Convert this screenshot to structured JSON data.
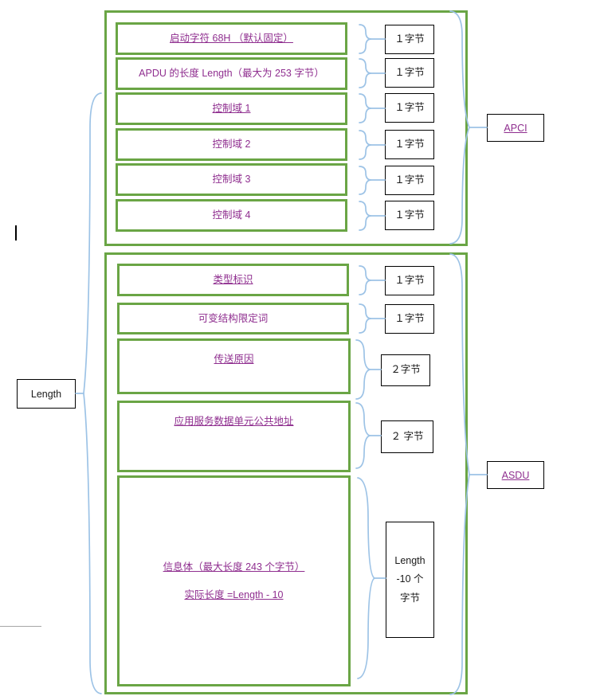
{
  "diagram": {
    "title": "IEC 60870-5-104 APDU 帧格式结构图",
    "colors": {
      "field_border": "#6aa545",
      "field_text": "#8f2e8f",
      "brace": "#9dc3e6",
      "box_border": "#000000"
    },
    "left_label": {
      "text": "Length"
    },
    "sections": [
      {
        "name": "APCI",
        "tag": "APCI",
        "fields": [
          {
            "lines": [
              "启动字符 68H （默认固定）"
            ],
            "underline": true,
            "size": "１字节"
          },
          {
            "lines": [
              "APDU 的长度 Length（最大为 253 字节）"
            ],
            "underline": false,
            "size": "１字节"
          },
          {
            "lines": [
              "控制域 1"
            ],
            "underline": true,
            "size": "１字节"
          },
          {
            "lines": [
              "控制域 2"
            ],
            "underline": false,
            "size": "１字节"
          },
          {
            "lines": [
              "控制域 3"
            ],
            "underline": false,
            "size": "１字节"
          },
          {
            "lines": [
              "控制域 4"
            ],
            "underline": false,
            "size": "１字节"
          }
        ]
      },
      {
        "name": "ASDU",
        "tag": "ASDU",
        "fields": [
          {
            "lines": [
              "类型标识"
            ],
            "underline": true,
            "size": "１字节"
          },
          {
            "lines": [
              "可变结构限定词"
            ],
            "underline": false,
            "size": "１字节"
          },
          {
            "lines": [
              "传送原因"
            ],
            "underline": true,
            "size": "２字节"
          },
          {
            "lines": [
              "应用服务数据单元公共地址"
            ],
            "underline": true,
            "size": "２ 字节"
          },
          {
            "lines": [
              "信息体（最大长度 243 个字节）",
              "实际长度 =Length - 10"
            ],
            "underline": true,
            "size": "Length\n-10 个\n字节"
          }
        ]
      }
    ],
    "byte_labels": {
      "apci": [
        "１字节",
        "１字节",
        "１字节",
        "１字节",
        "１字节",
        "１字节"
      ],
      "asdu": [
        "１字节",
        "１字节",
        "２字节",
        "２ 字节"
      ],
      "info_body": [
        "Length",
        "-10 个",
        "字节"
      ]
    }
  }
}
